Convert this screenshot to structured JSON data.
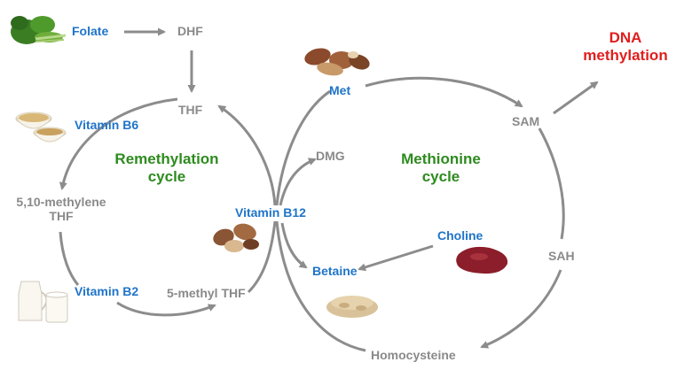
{
  "metabolites": {
    "folate": "Folate",
    "dhf": "DHF",
    "thf": "THF",
    "methylene_thf_line1": "5,10-methylene",
    "methylene_thf_line2": "THF",
    "methyl_thf": "5-methyl THF",
    "dmg": "DMG",
    "met": "Met",
    "sam": "SAM",
    "sah": "SAH",
    "homocysteine": "Homocysteine",
    "betaine": "Betaine",
    "choline": "Choline"
  },
  "vitamins": {
    "b6": "Vitamin B6",
    "b2": "Vitamin B2",
    "b12": "Vitamin B12"
  },
  "cycles": {
    "remethylation_line1": "Remethylation",
    "remethylation_line2": "cycle",
    "methionine_line1": "Methionine",
    "methionine_line2": "cycle"
  },
  "outcome": {
    "line1": "DNA",
    "line2": "methylation"
  },
  "colors": {
    "arrow": "#8c8c8c",
    "metabolite": "#8a8a8a",
    "nutrient": "#1f74c9",
    "cycle": "#2e8b1f",
    "outcome": "#e01e1e"
  },
  "food_icons": [
    "leafy-greens-icon",
    "brazil-nuts-icon",
    "cereal-bowls-icon",
    "nuts-icon",
    "milk-icon",
    "liver-icon",
    "grains-icon"
  ]
}
